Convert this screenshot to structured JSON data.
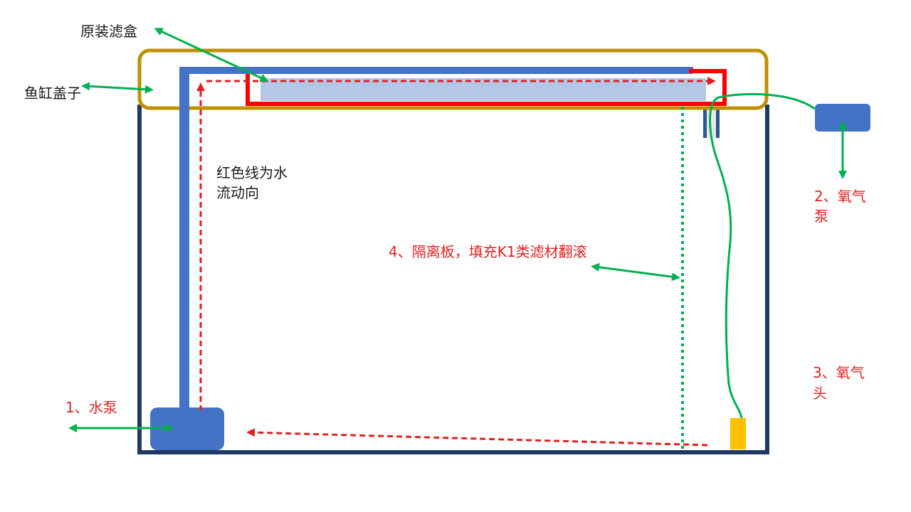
{
  "labels": {
    "filter_box": "原装滤盒",
    "tank_lid": "鱼缸盖子",
    "flow_note_line1": "红色线为水",
    "flow_note_line2": "流动向",
    "partition": "4、隔离板，填充K1类滤材翻滚",
    "water_pump": "1、水泵",
    "air_pump_line1": "2、氧气",
    "air_pump_line2": "泵",
    "air_stone_line1": "3、氧气",
    "air_stone_line2": "头"
  },
  "colors": {
    "tank_outline": "#1f3864",
    "lid_outline": "#bf9000",
    "filter_outline": "#ff0000",
    "filter_media": "#b4c7e7",
    "pipe": "#4472c4",
    "pump": "#4472c4",
    "air_stone": "#ffc000",
    "pointer_arrow": "#00b050",
    "flow_arrow": "#e02020",
    "partition": "#00b050"
  }
}
